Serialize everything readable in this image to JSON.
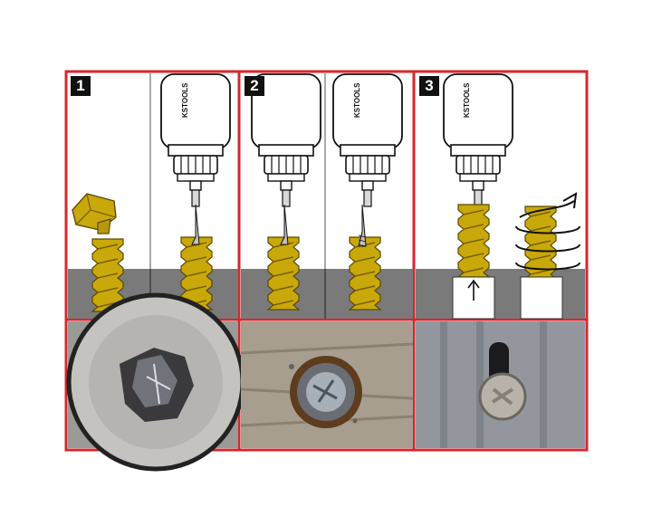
{
  "steps": [
    {
      "number": "1"
    },
    {
      "number": "2"
    },
    {
      "number": "3"
    }
  ],
  "brand": {
    "label": "KSTOOLS"
  },
  "colors": {
    "frame": "#d7262d",
    "screw": "#c9a80a",
    "screw_dark": "#6b5400",
    "ground": "#7a7a7a",
    "divider": "#555555"
  },
  "icons": {
    "arrow": "arrow-up-icon",
    "rotation": "rotation-arrow-icon",
    "drill": "drill-icon"
  }
}
